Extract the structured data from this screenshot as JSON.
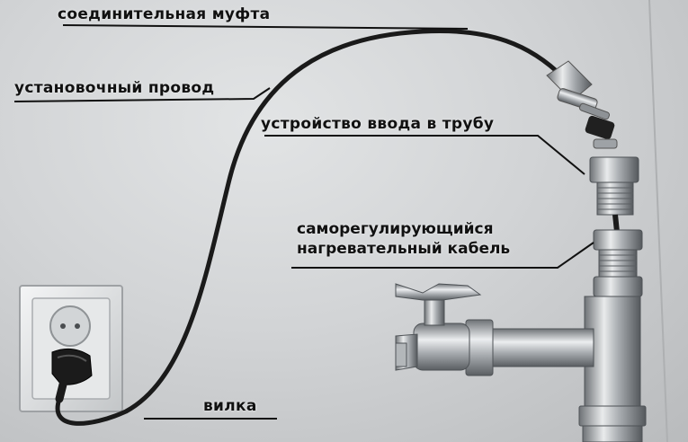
{
  "labels": {
    "coupling": "соединительная муфта",
    "install_wire": "установочный провод",
    "pipe_entry": "устройство ввода в трубу",
    "cable_line1": "саморегулирующийся",
    "cable_line2": "нагревательный кабель",
    "plug": "вилка"
  },
  "colors": {
    "wall": "#d2d4d6",
    "text": "#111111",
    "cable": "#1c1c1c",
    "metal": "#9a9ea2"
  }
}
